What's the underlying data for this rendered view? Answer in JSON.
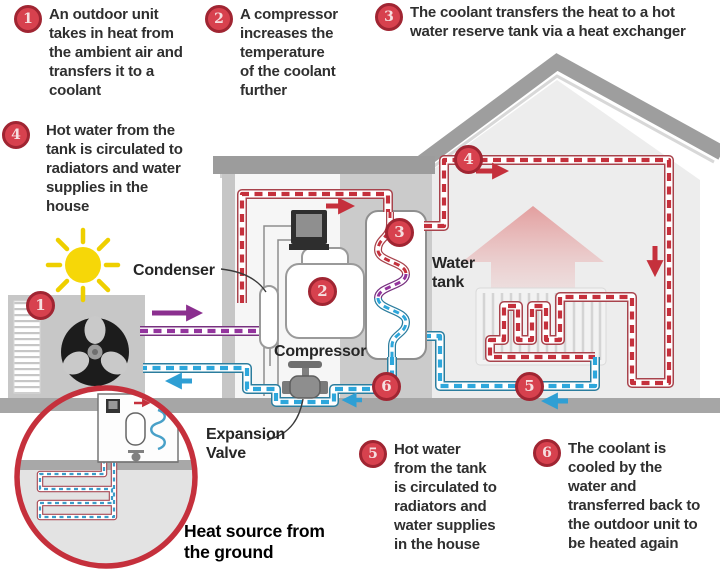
{
  "steps": [
    {
      "num": "1",
      "text": "An outdoor unit\ntakes in heat from\nthe ambient air and\ntransfers it to a\ncoolant"
    },
    {
      "num": "2",
      "text": "A compressor\nincreases the\ntemperature\nof the coolant\nfurther"
    },
    {
      "num": "3",
      "text": "The coolant transfers the heat to a hot\nwater reserve tank via a heat exchanger"
    },
    {
      "num": "4",
      "text": "Hot water from the\ntank is circulated to\nradiators and water\nsupplies in the\nhouse"
    },
    {
      "num": "5",
      "text": "Hot water\nfrom the tank\nis circulated to\nradiators and\nwater supplies\nin the house"
    },
    {
      "num": "6",
      "text": "The coolant is\ncooled by the\nwater and\ntransferred back to\nthe outdoor unit to\nbe heated again"
    }
  ],
  "labels": {
    "condenser": "Condenser",
    "compressor": "Compressor",
    "water_tank": "Water\ntank",
    "expansion_valve": "Expansion\nValve",
    "heat_source": "Heat source from\nthe ground"
  },
  "diagram_badges": {
    "b1": "1",
    "b2": "2",
    "b3": "3",
    "b4": "4",
    "b5": "5",
    "b6": "6"
  },
  "colors": {
    "badge_red": "#d7414e",
    "badge_ring": "#a02532",
    "pipe_hot_red": "#c5303c",
    "pipe_cold_blue": "#2da7dc",
    "pipe_warm_purple": "#94349e",
    "sun_yellow": "#f6d708",
    "magnifier_ring_red": "#c5303c",
    "roof_gray": "#9e9e9e",
    "wall_gray": "#ededed",
    "ground_gray": "#a6a6a6"
  }
}
